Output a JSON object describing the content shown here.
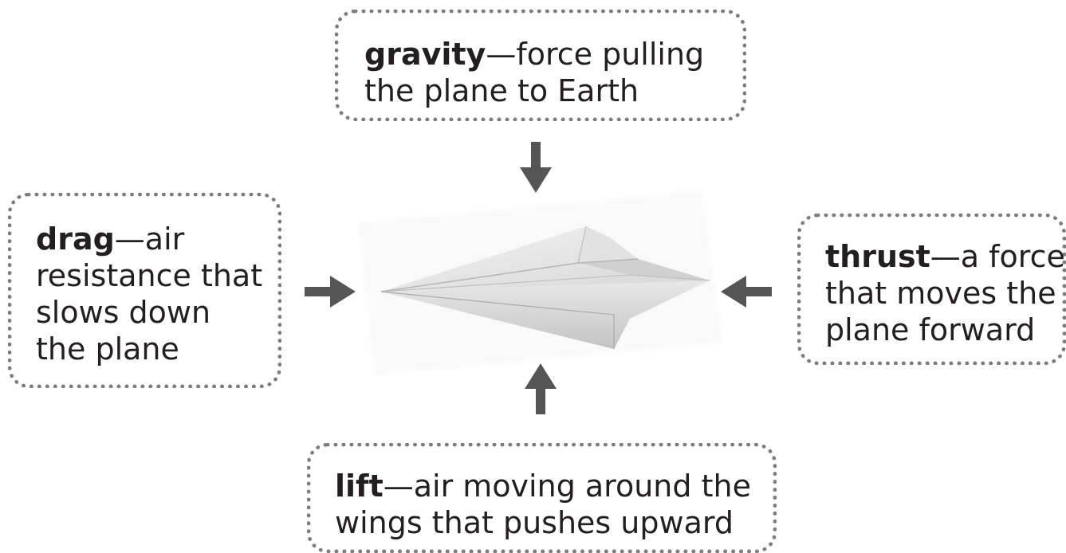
{
  "forces": {
    "gravity": {
      "term": "gravity",
      "rest": "—force pulling",
      "line2": "the plane to Earth"
    },
    "drag": {
      "term": "drag",
      "rest": "—air",
      "line2": "resistance that",
      "line3": "slows down",
      "line4": "the plane"
    },
    "thrust": {
      "term": "thrust",
      "rest": "—a force",
      "line2": "that moves the",
      "line3": "plane forward"
    },
    "lift": {
      "term": "lift",
      "rest": "—air moving around the",
      "line2": "wings that pushes upward"
    }
  },
  "colors": {
    "arrow": "#555555",
    "border": "#7d7d7d",
    "text": "#231f20"
  },
  "icons": {
    "center": "paper-airplane-icon",
    "arrows": [
      "arrow-down-icon",
      "arrow-right-icon",
      "arrow-left-icon",
      "arrow-up-icon"
    ]
  }
}
